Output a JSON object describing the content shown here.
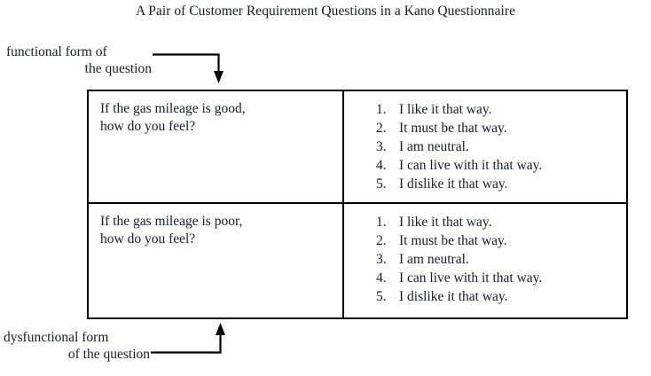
{
  "figure": {
    "title": "A Pair of Customer Requirement Questions in a Kano Questionnaire",
    "background_color": "#ffffff",
    "ink_color": "#1a1a2e",
    "rule_color": "#000000"
  },
  "callouts": {
    "functional": {
      "line_1": "functional form of",
      "line_2": "the question",
      "arrow": "down-arrow-icon"
    },
    "dysfunctional": {
      "line_1": "dysfunctional form",
      "line_2": "of the question",
      "arrow": "up-arrow-icon"
    }
  },
  "table": {
    "rows": [
      {
        "question": {
          "line_1": "If the gas mileage is good,",
          "line_2": "how do you feel?"
        },
        "answers": [
          {
            "num": "1.",
            "label": "I like it that way."
          },
          {
            "num": "2.",
            "label": "It must be that way."
          },
          {
            "num": "3.",
            "label": "I am neutral."
          },
          {
            "num": "4.",
            "label": "I can live with it that way."
          },
          {
            "num": "5.",
            "label": "I dislike it that way."
          }
        ]
      },
      {
        "question": {
          "line_1": "If the gas mileage is poor,",
          "line_2": "how do you feel?"
        },
        "answers": [
          {
            "num": "1.",
            "label": "I like it that way."
          },
          {
            "num": "2.",
            "label": "It must be that way."
          },
          {
            "num": "3.",
            "label": "I am neutral."
          },
          {
            "num": "4.",
            "label": "I can live with it that way."
          },
          {
            "num": "5.",
            "label": "I dislike it that way."
          }
        ]
      }
    ]
  }
}
